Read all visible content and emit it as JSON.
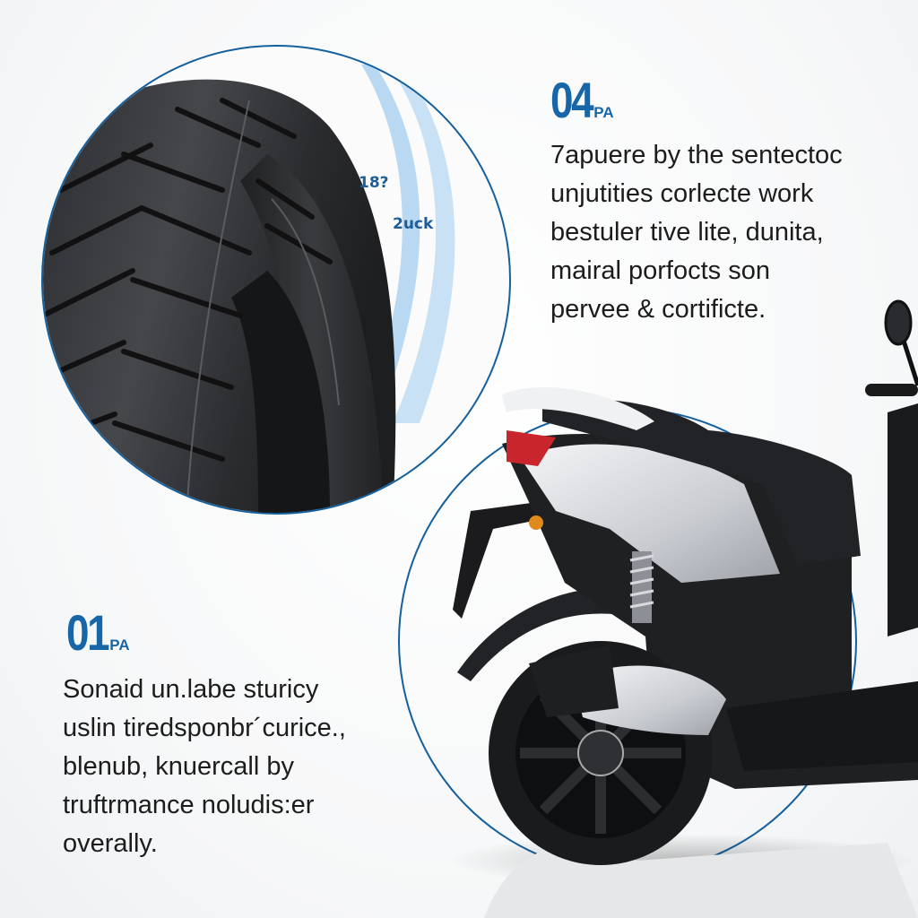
{
  "panels": [
    {
      "id": "tire-detail",
      "image": "motorcycle-tire-closeup",
      "labels": [
        "18?",
        "2uck"
      ]
    },
    {
      "id": "scooter-rear",
      "image": "scooter-rear-wheel-and-body"
    }
  ],
  "section_top": {
    "number": "04",
    "unit": "PA",
    "lines": [
      "7apuere by the sentectoc",
      "unjutities corlecte work",
      "bestuler tive lite, dunita,",
      "mairal porfocts son",
      "pervee & cortificte."
    ]
  },
  "section_bottom": {
    "number": "01",
    "unit": "PA",
    "lines": [
      "Sonaid un.labe sturicy",
      "uslin tiredsponbr´curice.,",
      "blenub, knuercall by",
      "truftrmance noludis:er",
      "overally."
    ]
  },
  "colors": {
    "accent": "#1766a8",
    "circle_stroke": "#14609e",
    "swoosh": "#b9d8f2",
    "text": "#1c1c1c"
  }
}
